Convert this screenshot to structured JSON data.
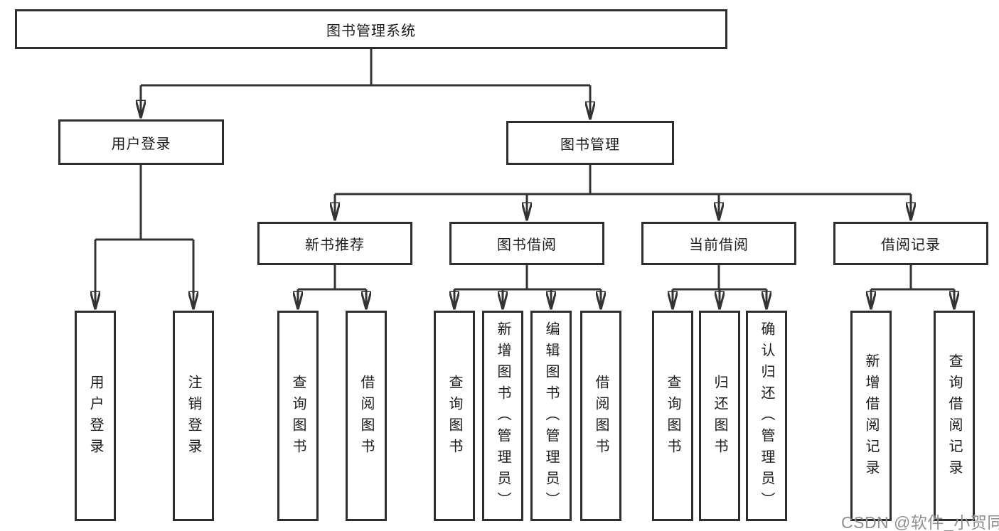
{
  "tree": {
    "root": "图书管理系统",
    "children": [
      {
        "label": "用户登录",
        "children": [
          "用户登录",
          "注销登录"
        ]
      },
      {
        "label": "图书管理",
        "children": [
          {
            "label": "新书推荐",
            "children": [
              "查询图书",
              "借阅图书"
            ]
          },
          {
            "label": "图书借阅",
            "children": [
              "查询图书",
              "新增图书（管理员）",
              "编辑图书（管理员）",
              "借阅图书"
            ]
          },
          {
            "label": "当前借阅",
            "children": [
              "查询图书",
              "归还图书",
              "确认归还（管理员）"
            ]
          },
          {
            "label": "借阅记录",
            "children": [
              "新增借阅记录",
              "查询借阅记录"
            ]
          }
        ]
      }
    ]
  },
  "watermark": "CSDN @软件_小贺同学",
  "colors": {
    "line": "#333333",
    "box_border": "#2e2e2e",
    "text": "#1c1c1c",
    "watermark": "#8f8f8f",
    "background": "#ffffff"
  }
}
